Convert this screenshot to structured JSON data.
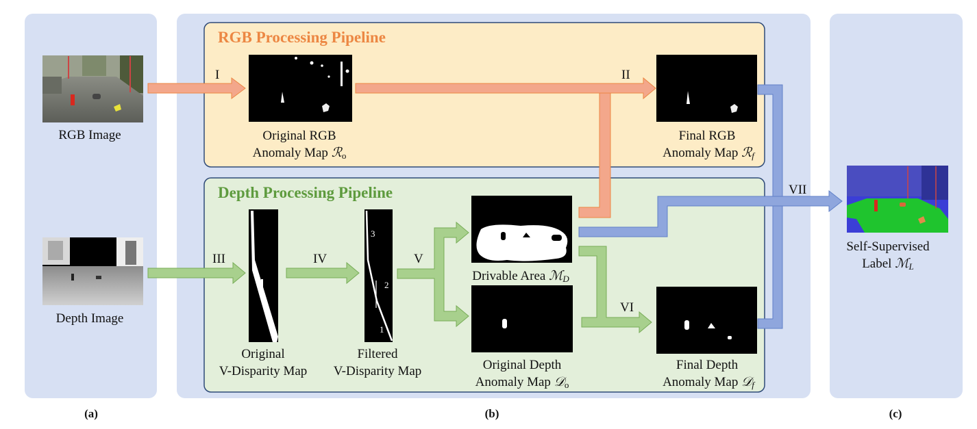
{
  "panels": {
    "a": {
      "label": "(a)",
      "rgb_caption": "RGB Image",
      "depth_caption": "Depth Image"
    },
    "b": {
      "label": "(b)",
      "rgb_pipeline": {
        "title": "RGB Processing Pipeline",
        "original_map": {
          "line1": "Original RGB",
          "line2": "Anomaly Map ",
          "symbol": "ℛ",
          "sub": "o"
        },
        "final_map": {
          "line1": "Final RGB",
          "line2": "Anomaly Map ",
          "symbol": "ℛ",
          "sub": "f"
        }
      },
      "depth_pipeline": {
        "title": "Depth Processing Pipeline",
        "original_vdisp": {
          "line1": "Original",
          "line2": "V-Disparity Map"
        },
        "filtered_vdisp": {
          "line1": "Filtered",
          "line2": "V-Disparity Map",
          "marks": [
            "3",
            "2",
            "1"
          ]
        },
        "drivable_area": {
          "line1": "Drivable Area ",
          "symbol": "ℳ",
          "sub": "D"
        },
        "original_depth": {
          "line1": "Original Depth",
          "line2": "Anomaly Map ",
          "symbol": "𝒟",
          "sub": "o"
        },
        "final_depth": {
          "line1": "Final Depth",
          "line2": "Anomaly Map ",
          "symbol": "𝒟",
          "sub": "f"
        }
      }
    },
    "c": {
      "label": "(c)",
      "line1": "Self-Supervised",
      "line2": "Label ",
      "symbol": "ℳ",
      "sub": "L"
    }
  },
  "steps": {
    "I": "I",
    "II": "II",
    "III": "III",
    "IV": "IV",
    "V": "V",
    "VI": "VI",
    "VII": "VII"
  },
  "colors": {
    "panel_bg": "#d7e0f3",
    "rgb_box": "#fdecc6",
    "depth_box": "#e3efda",
    "box_border": "#2e4a78",
    "rgb_title": "#ec8743",
    "depth_title": "#5e9b3e",
    "orange_arrow": "#f3a78b",
    "green_arrow": "#a8d08d",
    "blue_arrow": "#8fa6dd"
  }
}
